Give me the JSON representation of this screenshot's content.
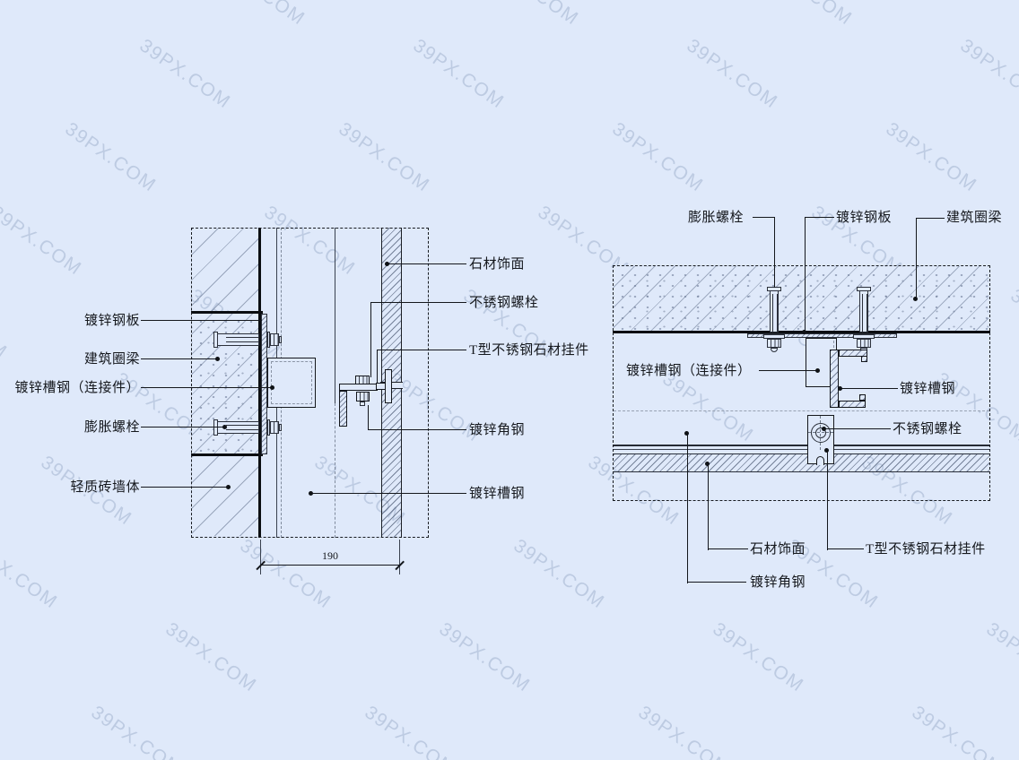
{
  "watermark": {
    "text": "39PX.COM"
  },
  "colors": {
    "background": "#dfe9fa",
    "line": "#14171c",
    "hatch": "#5f6e8a"
  },
  "left_detail": {
    "labels_left": [
      {
        "text": "镀锌钢板"
      },
      {
        "text": "建筑圈梁"
      },
      {
        "text": "镀锌槽钢（连接件）"
      },
      {
        "text": "膨胀螺栓"
      },
      {
        "text": "轻质砖墙体"
      }
    ],
    "labels_right": [
      {
        "text": "石材饰面"
      },
      {
        "text": "不锈钢螺栓"
      },
      {
        "text": "T型不锈钢石材挂件"
      },
      {
        "text": "镀锌角钢"
      },
      {
        "text": "镀锌槽钢"
      }
    ],
    "dimension_label": "190"
  },
  "right_detail": {
    "labels_top": [
      {
        "text": "膨胀螺栓"
      },
      {
        "text": "镀锌钢板"
      },
      {
        "text": "建筑圈梁"
      }
    ],
    "labels_middle": [
      {
        "text": "镀锌槽钢（连接件）"
      },
      {
        "text": "镀锌槽钢"
      },
      {
        "text": "不锈钢螺栓"
      }
    ],
    "labels_bottom": [
      {
        "text": "石材饰面"
      },
      {
        "text": "T型不锈钢石材挂件"
      },
      {
        "text": "镀锌角钢"
      }
    ]
  }
}
